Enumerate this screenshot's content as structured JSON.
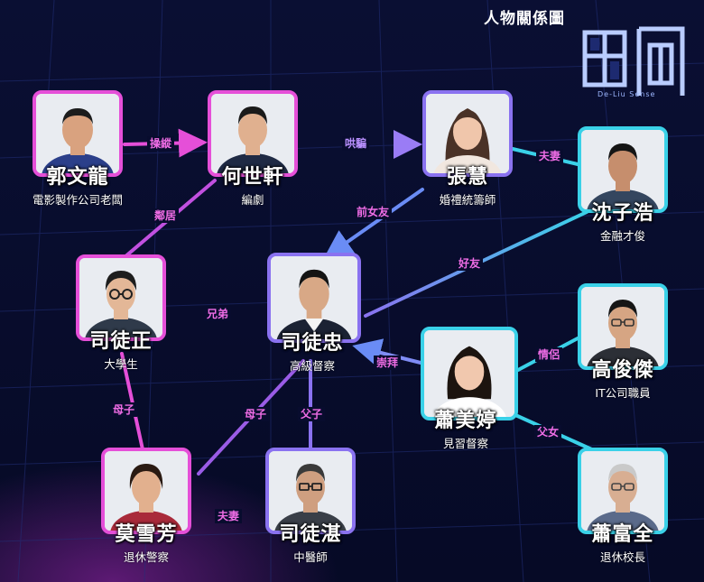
{
  "header": {
    "title": "人物關係圖",
    "logo_text": "De-Liu Sense"
  },
  "colors": {
    "pink": "#e54fd8",
    "blue": "#3ad1e8",
    "violet": "#8a72f0",
    "bg": "#080c2e"
  },
  "people": {
    "guo": {
      "name": "郭文龍",
      "role": "電影製作公司老闆"
    },
    "he": {
      "name": "何世軒",
      "role": "編劇"
    },
    "zhang": {
      "name": "張慧",
      "role": "婚禮統籌師"
    },
    "shen": {
      "name": "沈子浩",
      "role": "金融才俊"
    },
    "zheng": {
      "name": "司徒正",
      "role": "大學生"
    },
    "zhong": {
      "name": "司徒忠",
      "role": "高級督察"
    },
    "gao": {
      "name": "高俊傑",
      "role": "IT公司職員"
    },
    "xiao": {
      "name": "蕭美婷",
      "role": "見習督察"
    },
    "mo": {
      "name": "莫雪芳",
      "role": "退休警察"
    },
    "zhan": {
      "name": "司徒湛",
      "role": "中醫師"
    },
    "fuquan": {
      "name": "蕭富全",
      "role": "退休校長"
    }
  },
  "relations": {
    "manipulate": "操縱",
    "deceive": "哄騙",
    "spouse1": "夫妻",
    "neighbor": "鄰居",
    "ex_gf": "前女友",
    "friend": "好友",
    "brothers": "兄弟",
    "lovers": "情侶",
    "admire": "崇拜",
    "mother_son1": "母子",
    "mother_son2": "母子",
    "father_son": "父子",
    "father_daughter": "父女",
    "spouse2": "夫妻"
  }
}
